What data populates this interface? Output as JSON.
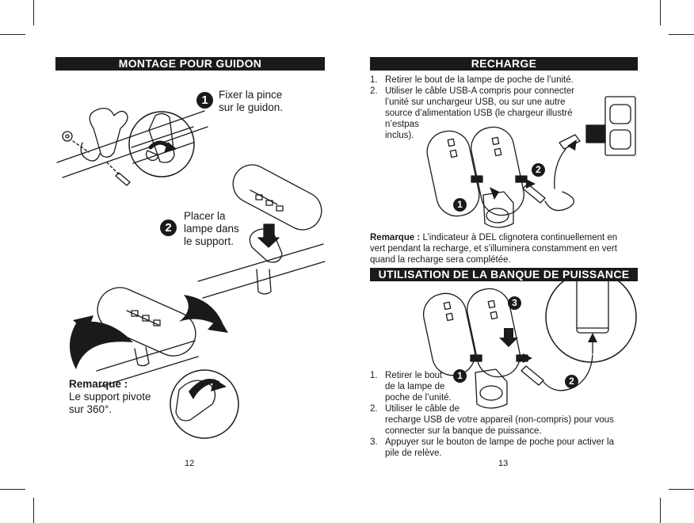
{
  "left": {
    "header": "MONTAGE POUR GUIDON",
    "step1": {
      "number": "1",
      "text": [
        "Fixer la pince",
        "sur le guidon."
      ]
    },
    "step2": {
      "number": "2",
      "text": [
        "Placer la",
        "lampe dans",
        "le support."
      ]
    },
    "note": {
      "label": "Remarque :",
      "text": [
        "Le support pivote",
        "sur 360°."
      ]
    },
    "page_number": "12"
  },
  "right": {
    "recharge": {
      "header": "RECHARGE",
      "items": [
        {
          "n": "1.",
          "lines": [
            "Retirer le bout de la lampe de poche de l’unité."
          ]
        },
        {
          "n": "2.",
          "lines": [
            "Utiliser le câble USB-A compris pour connecter",
            "l’unité sur unchargeur USB, ou sur une autre",
            "source d’alimentation USB (le chargeur illustré",
            "n’estpas",
            "inclus)."
          ]
        }
      ],
      "badge1": "1",
      "badge2": "2",
      "note_label": "Remarque :",
      "note_lines": [
        "L’indicateur à DEL clignotera continuellement en",
        "vert pendant la recharge, et s’illuminera constamment en vert",
        "quand la recharge sera complétée."
      ]
    },
    "powerbank": {
      "header": "UTILISATION DE LA BANQUE DE PUISSANCE",
      "badge1": "1",
      "badge2": "2",
      "badge3": "3",
      "items": [
        {
          "n": "1.",
          "lines": [
            "Retirer le bout",
            "de la lampe de",
            "poche de l’unité."
          ]
        },
        {
          "n": "2.",
          "lines": [
            "Utiliser le câble de",
            "recharge USB de votre appareil (non-compris) pour vous",
            "connecter sur la banque de puissance."
          ]
        },
        {
          "n": "3.",
          "lines": [
            "Appuyer sur le bouton de lampe de poche pour activer la",
            "pile de relève."
          ]
        }
      ]
    },
    "page_number": "13"
  }
}
